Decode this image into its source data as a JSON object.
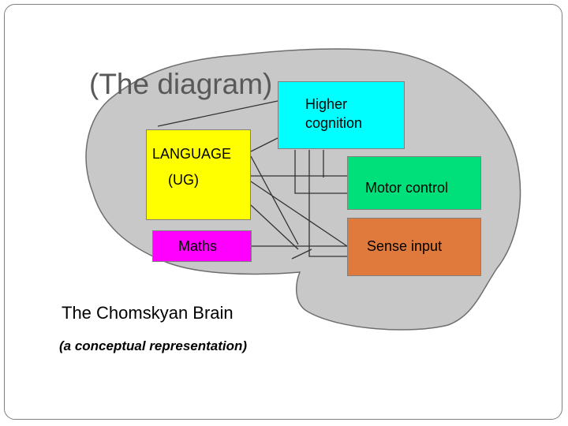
{
  "slide": {
    "title": "(The diagram)"
  },
  "diagram": {
    "caption": "The Chomskyan Brain",
    "subcaption": "(a conceptual representation)",
    "modules": {
      "language": {
        "label": "LANGUAGE",
        "sublabel": "(UG)",
        "color": "#ffff00"
      },
      "maths": {
        "label": "Maths",
        "color": "#ff00ff"
      },
      "higher_cognition": {
        "line1": "Higher",
        "line2": "cognition",
        "color": "#00ffff"
      },
      "motor_control": {
        "label": "Motor control",
        "color": "#00e07a"
      },
      "sense_input": {
        "label": "Sense input",
        "color": "#e07a3c"
      }
    },
    "brain_color": "#c8c8c8"
  }
}
